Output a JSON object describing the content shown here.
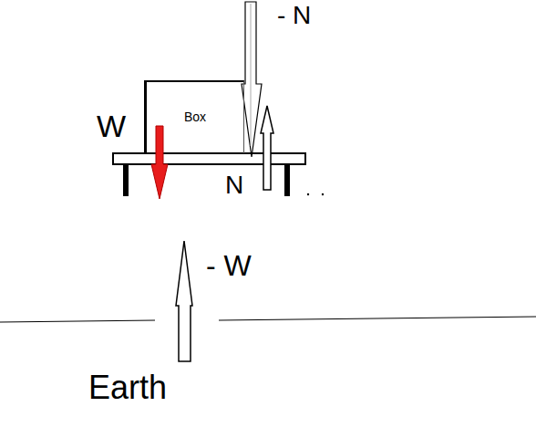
{
  "diagram": {
    "nodes": [
      {
        "text": [
          "Box"
        ]
      }
    ],
    "labels": [
      "W",
      "- N",
      "N",
      "- W",
      "Earth"
    ]
  }
}
